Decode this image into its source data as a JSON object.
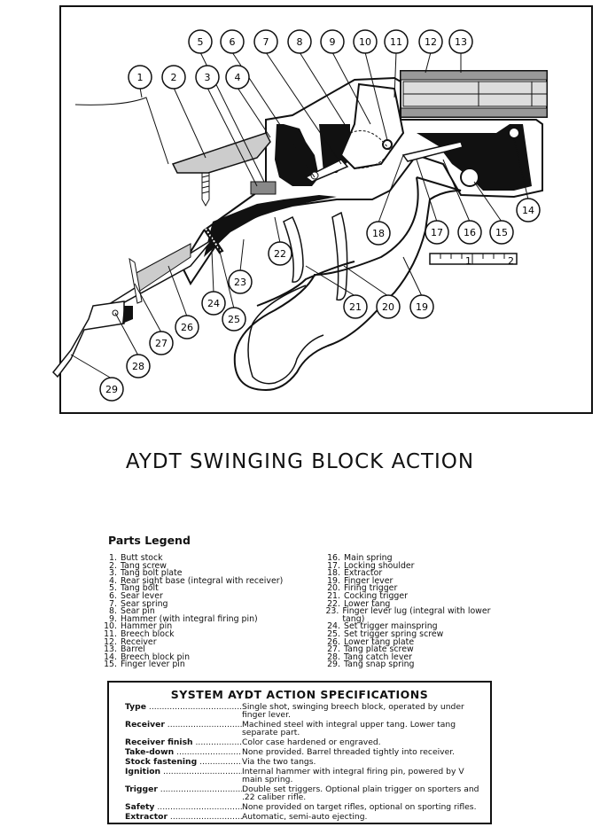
{
  "diagram": {
    "callouts": [
      "1",
      "2",
      "3",
      "4",
      "5",
      "6",
      "7",
      "8",
      "9",
      "10",
      "11",
      "12",
      "13",
      "14",
      "15",
      "16",
      "17",
      "18",
      "19",
      "20",
      "21",
      "22",
      "23",
      "24",
      "25",
      "26",
      "27",
      "28",
      "29"
    ],
    "scale_labels": [
      "1",
      "2"
    ]
  },
  "title": "AYDT SWINGING BLOCK ACTION",
  "legend_heading": "Parts Legend",
  "parts_left": [
    {
      "num": "1.",
      "name": "Butt stock"
    },
    {
      "num": "2.",
      "name": "Tang screw"
    },
    {
      "num": "3.",
      "name": "Tang bolt plate"
    },
    {
      "num": "4.",
      "name": "Rear sight base (integral with receiver)"
    },
    {
      "num": "5.",
      "name": "Tang bolt"
    },
    {
      "num": "6.",
      "name": "Sear lever"
    },
    {
      "num": "7.",
      "name": "Sear spring"
    },
    {
      "num": "8.",
      "name": "Sear pin"
    },
    {
      "num": "9.",
      "name": "Hammer (with integral firing pin)"
    },
    {
      "num": "10.",
      "name": "Hammer pin"
    },
    {
      "num": "11.",
      "name": "Breech block"
    },
    {
      "num": "12.",
      "name": "Receiver"
    },
    {
      "num": "13.",
      "name": "Barrel"
    },
    {
      "num": "14.",
      "name": "Breech block pin"
    },
    {
      "num": "15.",
      "name": "Finger lever pin"
    }
  ],
  "parts_right": [
    {
      "num": "16.",
      "name": "Main spring"
    },
    {
      "num": "17.",
      "name": "Locking shoulder"
    },
    {
      "num": "18.",
      "name": "Extractor"
    },
    {
      "num": "19.",
      "name": "Finger lever"
    },
    {
      "num": "20.",
      "name": "Firing trigger"
    },
    {
      "num": "21.",
      "name": "Cocking trigger"
    },
    {
      "num": "22.",
      "name": "Lower tang"
    },
    {
      "num": "23.",
      "name": "Finger lever lug (integral with lower tang)"
    },
    {
      "num": "24.",
      "name": "Set trigger mainspring"
    },
    {
      "num": "25.",
      "name": "Set trigger spring screw"
    },
    {
      "num": "26.",
      "name": "Lower tang plate"
    },
    {
      "num": "27.",
      "name": "Tang plate screw"
    },
    {
      "num": "28.",
      "name": "Tang catch lever"
    },
    {
      "num": "29.",
      "name": "Tang snap spring"
    }
  ],
  "specs": {
    "heading": "SYSTEM AYDT ACTION SPECIFICATIONS",
    "rows": [
      {
        "label": "Type",
        "value": "Single shot, swinging breech block, operated by under finger lever."
      },
      {
        "label": "Receiver",
        "value": "Machined steel with integral upper tang. Lower tang separate part."
      },
      {
        "label": "Receiver finish",
        "value": "Color case hardened or engraved."
      },
      {
        "label": "Take-down",
        "value": "None provided. Barrel threaded tightly into receiver."
      },
      {
        "label": "Stock fastening",
        "value": "Via the two tangs."
      },
      {
        "label": "Ignition",
        "value": "Internal hammer with integral firing pin, powered by V main spring."
      },
      {
        "label": "Trigger",
        "value": "Double set triggers. Optional plain trigger on sporters and .22 caliber rifle."
      },
      {
        "label": "Safety",
        "value": "None provided on target rifles, optional on sporting rifles."
      },
      {
        "label": "Extractor",
        "value": "Automatic, semi-auto ejecting."
      }
    ]
  }
}
